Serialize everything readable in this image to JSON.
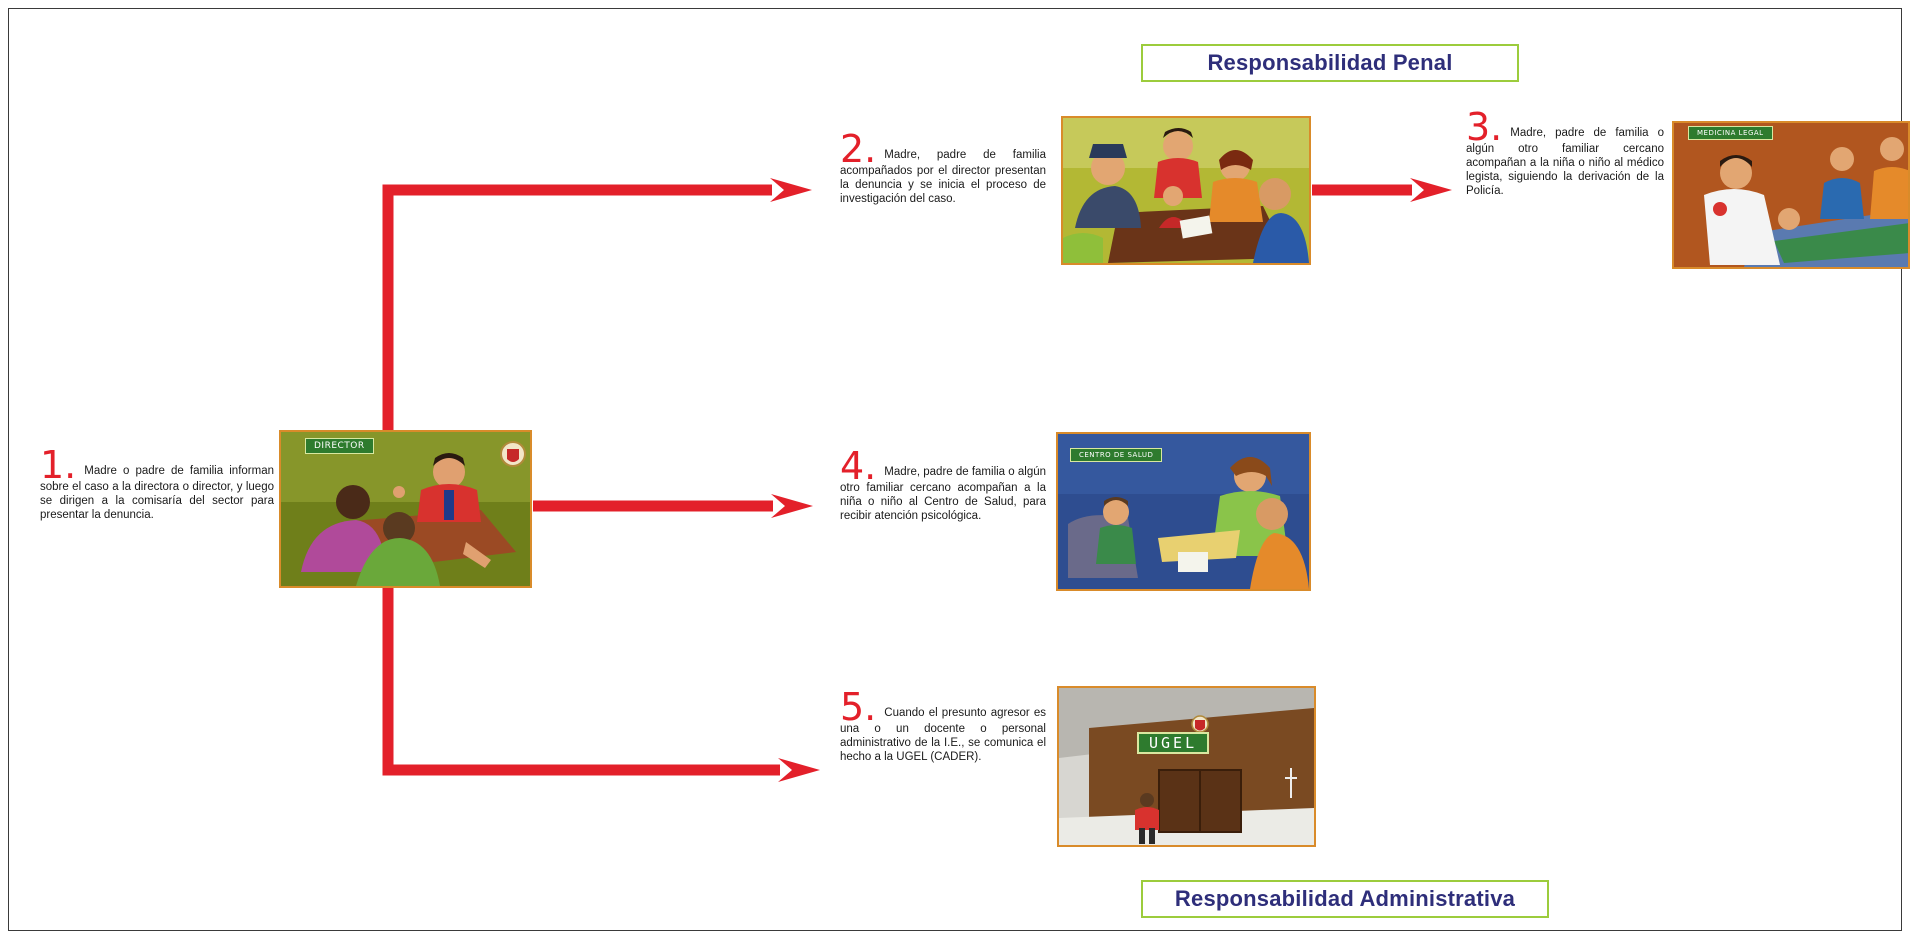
{
  "colors": {
    "arrow": "#e3202a",
    "number": "#e3202a",
    "box_border": "#9ccc3c",
    "frame_border": "#d98b2a",
    "heading_text": "#2e2e7a"
  },
  "headings": {
    "penal": "Responsabilidad Penal",
    "administrativa": "Responsabilidad Administrativa"
  },
  "steps": [
    {
      "number": "1.",
      "text": "Madre o padre de familia informan sobre el caso a la directora o director, y luego se dirigen a la comisaría del sector para presentar la denuncia."
    },
    {
      "number": "2.",
      "text": "Madre, padre de familia acompañados por el director presentan la denuncia y se inicia el proceso de investigación del caso."
    },
    {
      "number": "3.",
      "text": "Madre, padre de familia o algún otro familiar cercano acompañan a la niña o niño al médico legista, siguiendo la derivación de la Policía."
    },
    {
      "number": "4.",
      "text": "Madre, padre de familia o algún otro familiar cercano acompañan a la niña o niño al Centro de Salud, para recibir atención psicológica."
    },
    {
      "number": "5.",
      "text": "Cuando el presunto agresor es una o un docente o personal administrativo de la I.E., se comunica el hecho a la UGEL (CADER)."
    }
  ],
  "illustrations": {
    "step1_sign": "DIRECTOR",
    "step3_sign": "MEDICINA LEGAL",
    "step4_sign": "CENTRO DE SALUD",
    "step5_sign": "UGEL"
  }
}
